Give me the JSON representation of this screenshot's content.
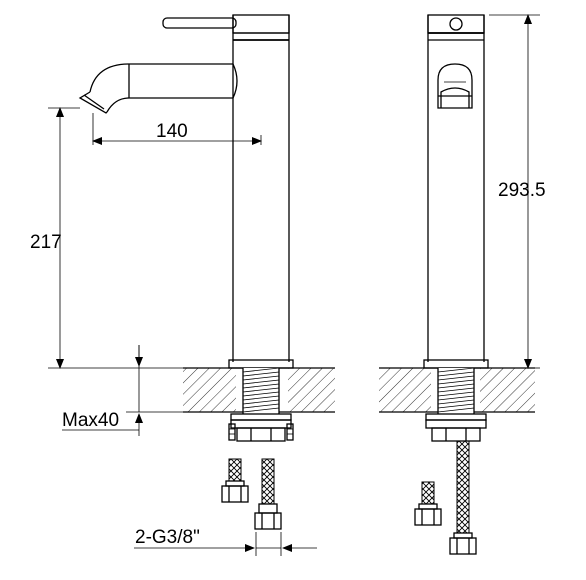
{
  "dimensions": {
    "spout_reach": "140",
    "spout_height": "217",
    "total_height": "293.5",
    "max_deck_thickness": "Max40",
    "hose_connection": "2-G3/8\""
  }
}
